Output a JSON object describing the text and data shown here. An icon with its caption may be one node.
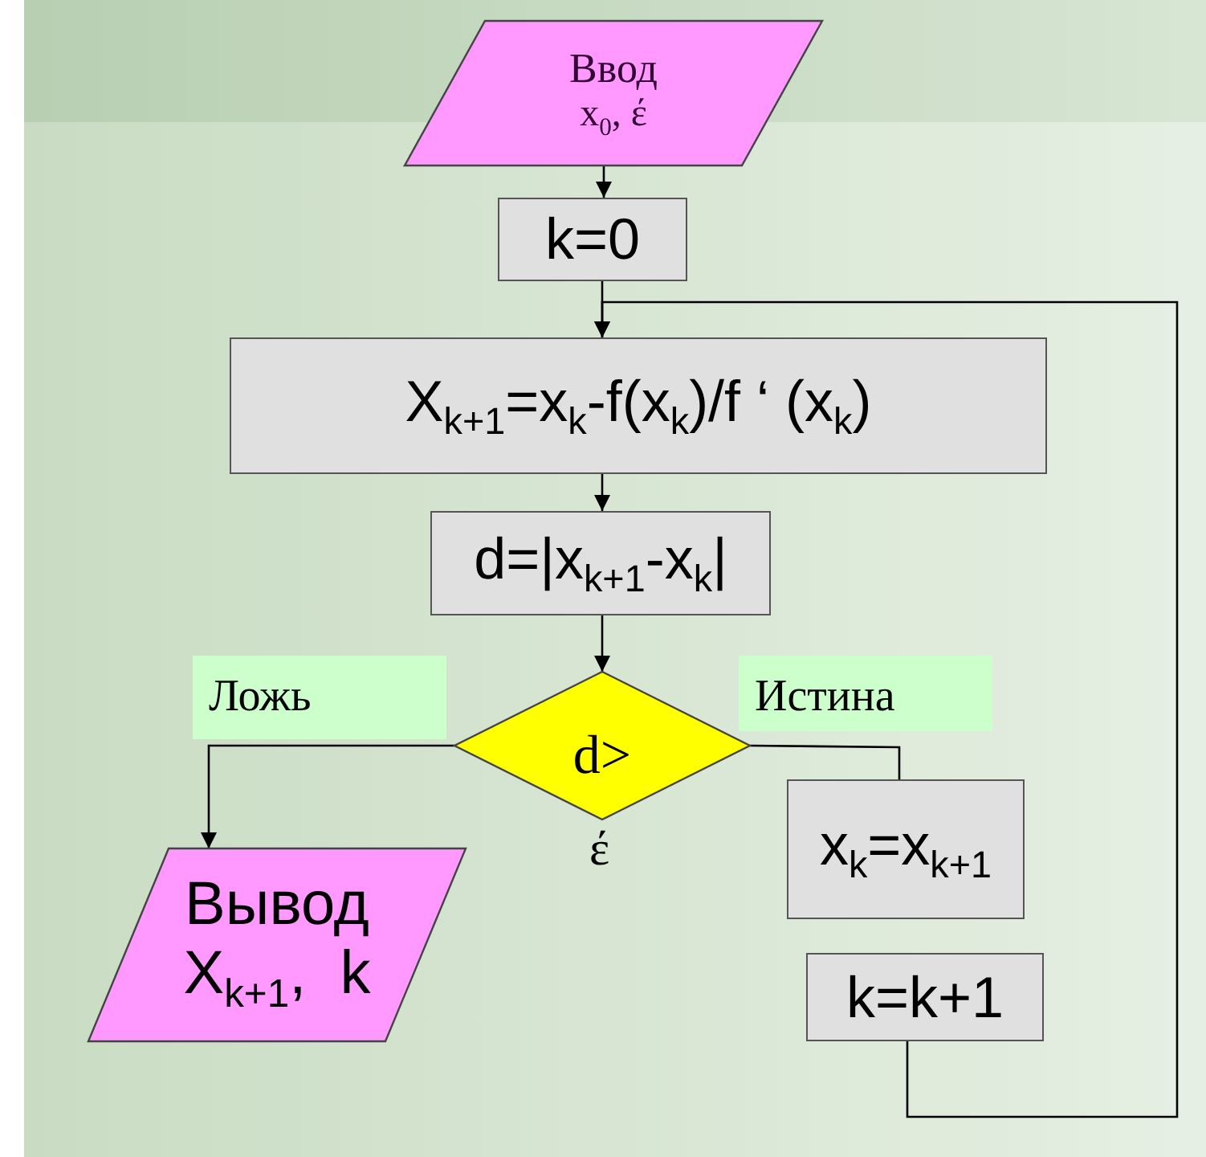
{
  "diagram": {
    "nodes": [
      {
        "text": [
          "Ввод",
          "x$_{0}$, έ"
        ]
      },
      {
        "text": [
          "k=0"
        ]
      },
      {
        "text": [
          "X$_{k+1}$=x$_{k}$-f(x$_{k}$)/f ‘ (x$_{k}$)"
        ]
      },
      {
        "text": [
          "d=|x$_{k+1}$-x$_{k}$|"
        ]
      },
      {
        "text": [
          "d>"
        ],
        "beside": [
          "έ"
        ]
      },
      {
        "text": [
          "Вывод",
          "X$_{k+1}$,  k"
        ]
      },
      {
        "text": [
          "x$_{k}$=x$_{k+1}$"
        ]
      },
      {
        "text": [
          "k=k+1"
        ]
      }
    ],
    "edges": [
      {
        "from": 0,
        "to": 1,
        "arrow": "to"
      },
      {
        "from": 1,
        "to": 2,
        "arrow": "to"
      },
      {
        "from": 2,
        "to": 3,
        "arrow": "to"
      },
      {
        "from": 3,
        "to": 4,
        "arrow": "to"
      },
      {
        "from": 4,
        "to": 5,
        "arrow": "to",
        "label": "Ложь"
      },
      {
        "from": 4,
        "to": 6,
        "arrow": "none",
        "label": "Истина"
      },
      {
        "from": 7,
        "to": 2,
        "arrow": "to"
      }
    ]
  }
}
